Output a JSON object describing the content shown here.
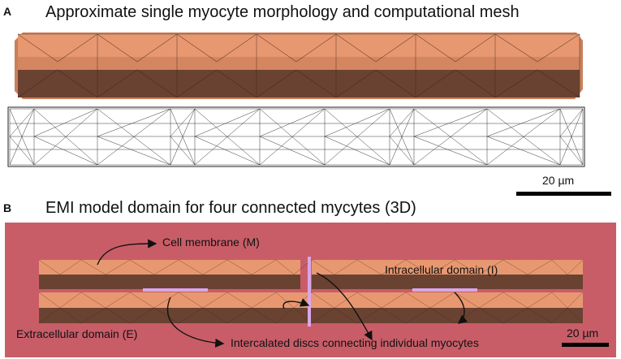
{
  "panel_a": {
    "letter": "A",
    "title": "Approximate single myocyte morphology and computational mesh",
    "scale_bar_label": "20 µm"
  },
  "panel_b": {
    "letter": "B",
    "title": "EMI model domain for four connected mycytes (3D)",
    "scale_bar_label": "20 µm",
    "labels": {
      "cell_membrane": "Cell membrane (M)",
      "intracellular": "Intracellular domain (I)",
      "extracellular": "Extracellular domain (E)",
      "intercalated": "Intercalated discs connecting individual myocytes"
    }
  },
  "colors": {
    "cell_top": "#e89870",
    "cell_mid": "#d9835c",
    "cell_dark": "#5e3a2c",
    "extracellular": "#c85d68",
    "disc": "#d9a6e8"
  }
}
